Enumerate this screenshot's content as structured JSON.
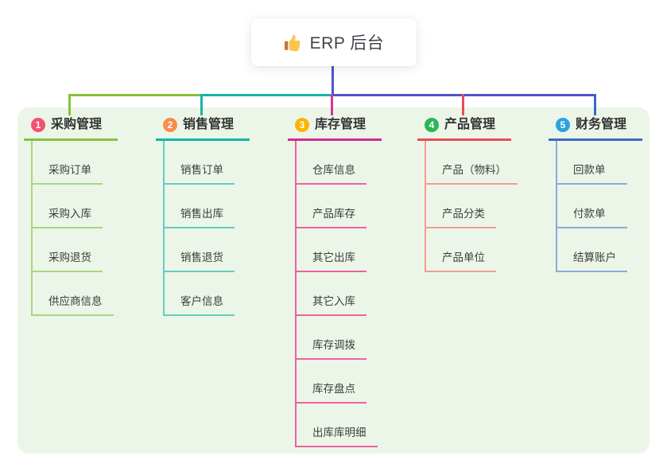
{
  "root": {
    "icon": "thumbs-up-icon",
    "title": "ERP 后台"
  },
  "board": {
    "background": "#ecf6e8"
  },
  "connector": {
    "root": "#4c57c7",
    "green": "#85c23d",
    "teal": "#13b7a4",
    "blue": "#4c57c7",
    "magenta": "#d8349c",
    "red": "#e94b57",
    "royal": "#3c68c4"
  },
  "icon_colors": {
    "thumb_hand": "#fbc64b",
    "thumb_cuff": "#c0793a"
  },
  "branches": [
    {
      "num": "1",
      "label": "采购管理",
      "badge_color": "#f25270",
      "main_color": "#85c23d",
      "sub_color": "#a9d584",
      "items": [
        "采购订单",
        "采购入库",
        "采购退货",
        "供应商信息"
      ]
    },
    {
      "num": "2",
      "label": "销售管理",
      "badge_color": "#fb8c4c",
      "main_color": "#13b7a4",
      "sub_color": "#63cdc0",
      "items": [
        "销售订单",
        "销售出库",
        "销售退货",
        "客户信息"
      ]
    },
    {
      "num": "3",
      "label": "库存管理",
      "badge_color": "#fcb405",
      "main_color": "#cf2e92",
      "sub_color": "#f0609f",
      "items": [
        "仓库信息",
        "产品库存",
        "其它出库",
        "其它入库",
        "库存调拨",
        "库存盘点",
        "出库库明细"
      ]
    },
    {
      "num": "4",
      "label": "产品管理",
      "badge_color": "#2eb558",
      "main_color": "#e94b57",
      "sub_color": "#f49b94",
      "items": [
        "产品（物料）",
        "产品分类",
        "产品单位"
      ]
    },
    {
      "num": "5",
      "label": "财务管理",
      "badge_color": "#2ba3dc",
      "main_color": "#3c68c4",
      "sub_color": "#8ca9dd",
      "items": [
        "回款单",
        "付款单",
        "结算账户"
      ]
    }
  ]
}
